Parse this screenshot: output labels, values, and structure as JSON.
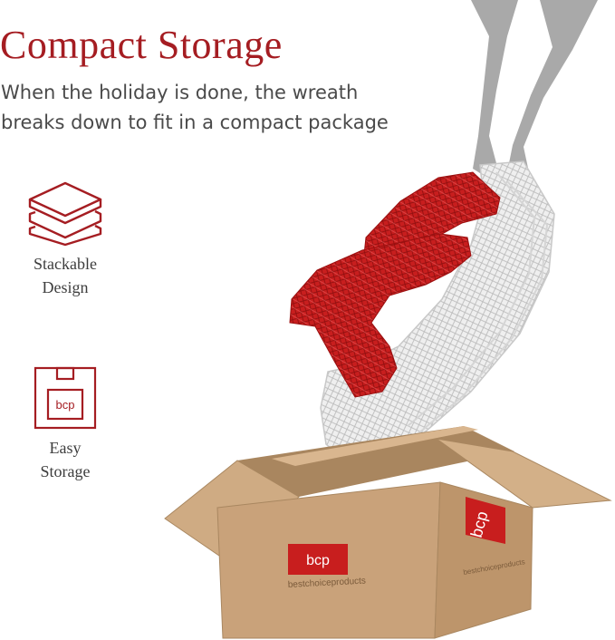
{
  "header": {
    "title": "Compact Storage",
    "subtitle": "When the holiday is done, the wreath breaks down to fit in a compact package"
  },
  "features": [
    {
      "label": "Stackable\nDesign",
      "icon": "stacked-layers-icon"
    },
    {
      "label": "Easy\nStorage",
      "icon": "storage-box-icon"
    }
  ],
  "icons": {
    "box_logo_text": "bcp"
  },
  "product_image": {
    "box_brand_text": "bestchoiceproducts",
    "box_logo_text": "bcp"
  },
  "colors": {
    "accent": "#a51d22",
    "text": "#4a4a4a",
    "cardboard": "#c9a27a",
    "wreath_red": "#c81e1e",
    "wreath_white": "#dcdcdc",
    "silhouette": "#a9a9a9"
  }
}
